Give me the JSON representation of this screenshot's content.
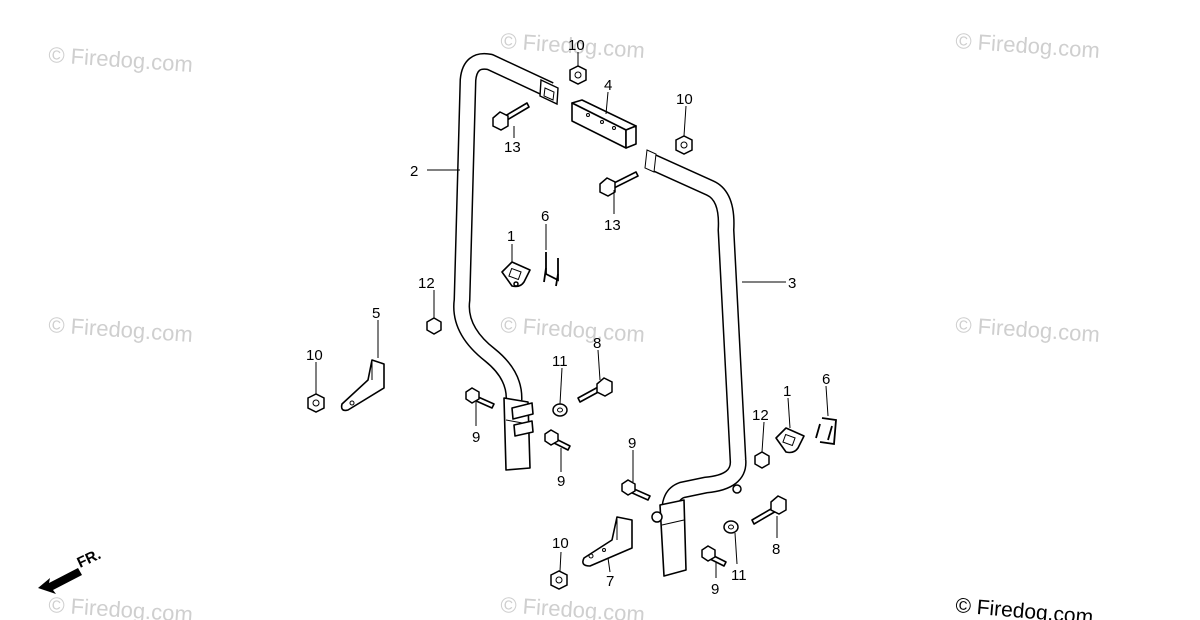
{
  "watermark": "© Firedog.com",
  "direction_label": "FR.",
  "callouts": {
    "p1a": "1",
    "p1b": "1",
    "p2": "2",
    "p3": "3",
    "p4": "4",
    "p5": "5",
    "p6a": "6",
    "p6b": "6",
    "p7": "7",
    "p8a": "8",
    "p8b": "8",
    "p9a": "9",
    "p9b": "9",
    "p9c": "9",
    "p9d": "9",
    "p10a": "10",
    "p10b": "10",
    "p10c": "10",
    "p10d": "10",
    "p11a": "11",
    "p11b": "11",
    "p12a": "12",
    "p12b": "12",
    "p13a": "13",
    "p13b": "13"
  }
}
